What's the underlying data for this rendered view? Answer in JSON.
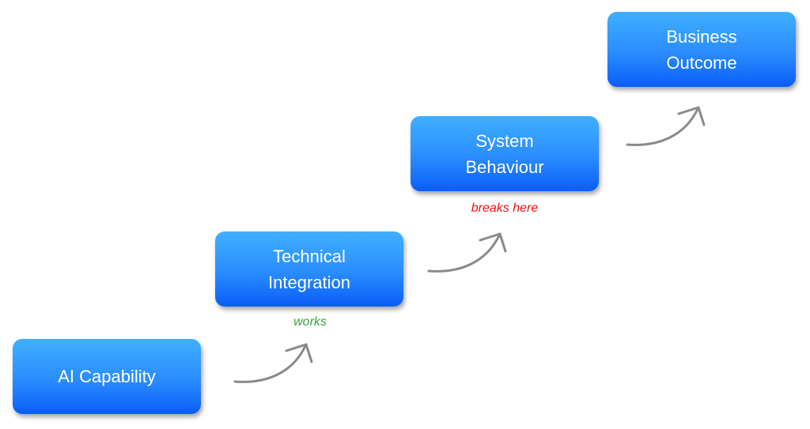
{
  "diagram": {
    "steps": [
      {
        "label": "AI Capability"
      },
      {
        "label": "Technical\nIntegration"
      },
      {
        "label": "System\nBehaviour"
      },
      {
        "label": "Business\nOutcome"
      }
    ],
    "annotations": [
      {
        "text": "works",
        "color": "#3aa53a"
      },
      {
        "text": "breaks here",
        "color": "#ee1111"
      }
    ],
    "colors": {
      "box_top": "#3fb0ff",
      "box_bottom": "#0a5df5",
      "arrow": "#8a8a8a"
    }
  }
}
